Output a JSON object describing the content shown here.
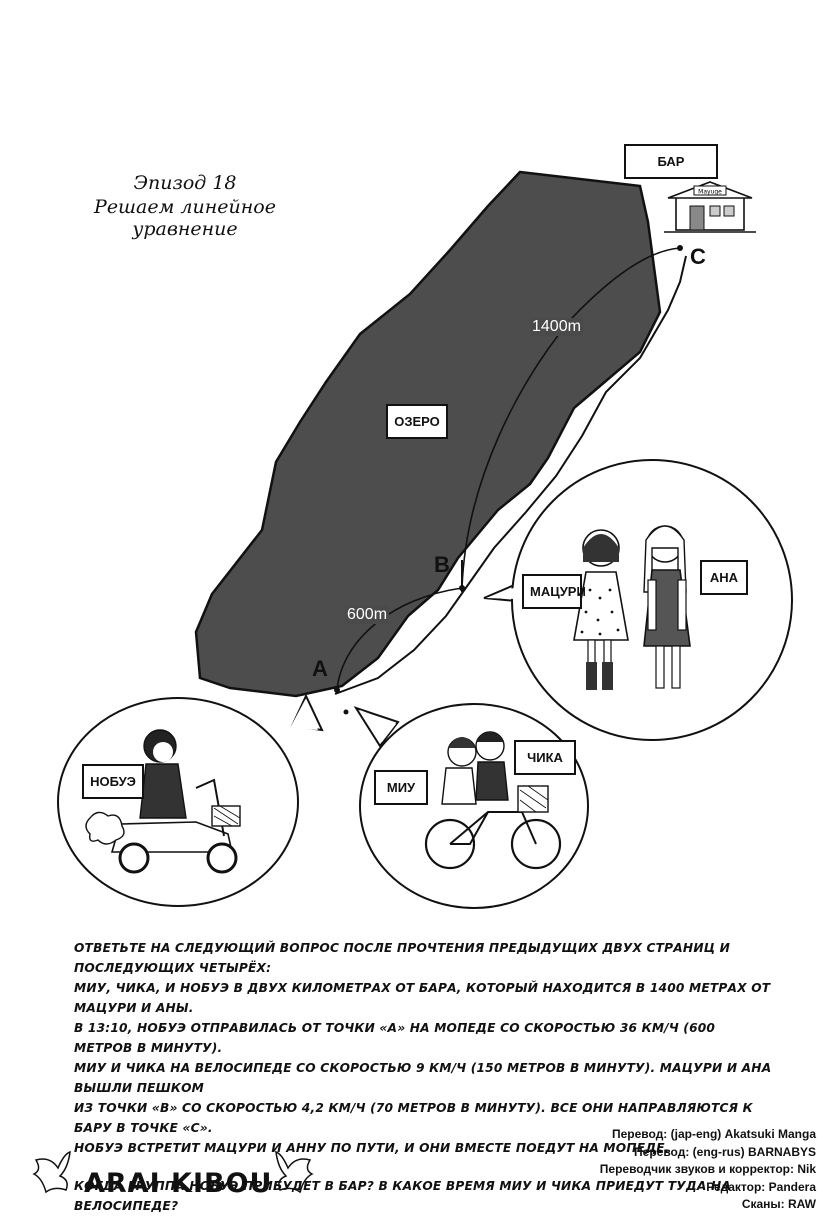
{
  "title": {
    "episode": "Эпизод 18",
    "subtitle": "Решаем линейное уравнение"
  },
  "map": {
    "bar_label": "БАР",
    "bar_sign": "Mayuge",
    "lake_label": "ОЗЕРО",
    "point_a": "A",
    "point_b": "B",
    "point_c": "C",
    "distance_bc": "1400m",
    "distance_ab": "600m"
  },
  "characters": {
    "matsuri": "МАЦУРИ",
    "ana": "АНА",
    "miu": "МИУ",
    "chika": "ЧИКА",
    "nobue": "НОБУЭ"
  },
  "problem": {
    "lines": [
      "Ответьте на следующий вопрос после прочтения предыдущих двух страниц и последующих четырёх:",
      "Миу, Чика, и Нобуэ в двух километрах от бара, который находится в 1400 метрах от Мацури и Аны.",
      "В 13:10, Нобуэ отправилась от точки «А» на мопеде со скоростью 36 км/ч (600 метров в минуту).",
      "Миу и Чика на велосипеде со скоростью 9 км/ч (150 метров в минуту). Мацури и Ана вышли пешком",
      "из точки «В» со скоростью 4,2 км/ч (70 метров в минуту). Все они направляются к бару в точке «С».",
      "Нобуэ встретит Мацури и Анну по пути, и они вместе поедут на мопеде."
    ],
    "question": "Когда группа Нобуэ прибудет в бар? В какое время Миу и Чика приедут туда на велосипеде?"
  },
  "credits": [
    "Перевод: (jap-eng) Akatsuki Manga",
    "Перевод: (eng-rus) BARNABYS",
    "Переводчик звуков и корректор: Nik",
    "Редактор: Pandera",
    "Сканы: RAW"
  ],
  "logo": "ARAI KIBOU"
}
